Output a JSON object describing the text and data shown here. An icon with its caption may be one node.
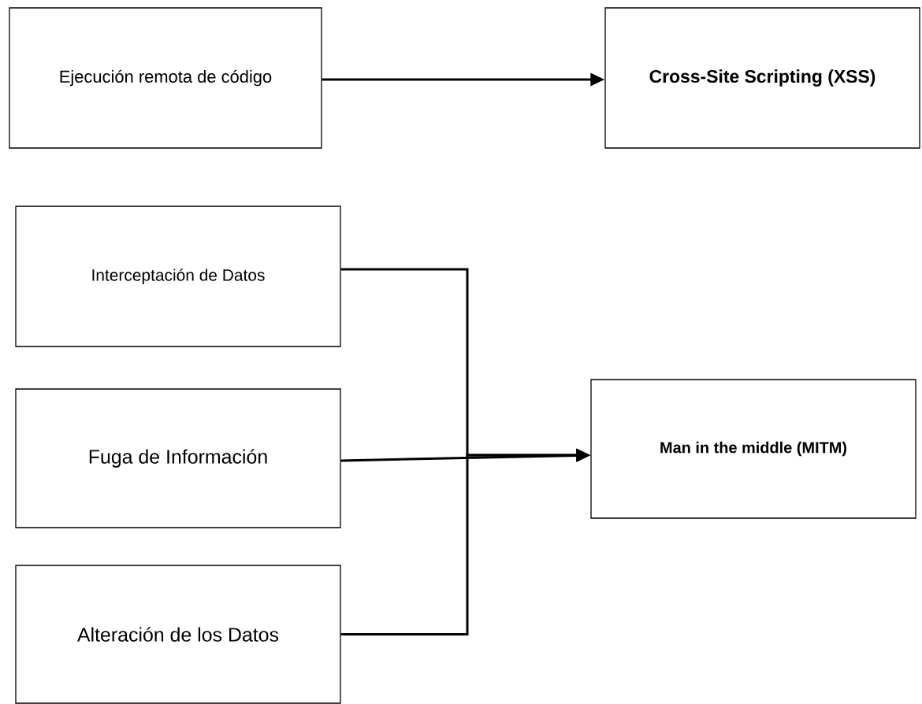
{
  "diagram": {
    "nodes": [
      {
        "text": [
          "Ejecución remota de código"
        ]
      },
      {
        "text": [
          "Cross-Site Scripting (XSS)"
        ]
      },
      {
        "text": [
          "Interceptación de Datos"
        ]
      },
      {
        "text": [
          "Fuga de Información"
        ]
      },
      {
        "text": [
          "Alteración de los Datos"
        ]
      },
      {
        "text": [
          "Man in the middle (MITM)"
        ]
      }
    ],
    "edges": [
      {
        "from": 0,
        "to": 1,
        "arrow": "to"
      },
      {
        "from": 2,
        "to": 5,
        "arrow": "to"
      },
      {
        "from": 3,
        "to": 5,
        "arrow": "to"
      },
      {
        "from": 4,
        "to": 5,
        "arrow": "to"
      }
    ]
  }
}
